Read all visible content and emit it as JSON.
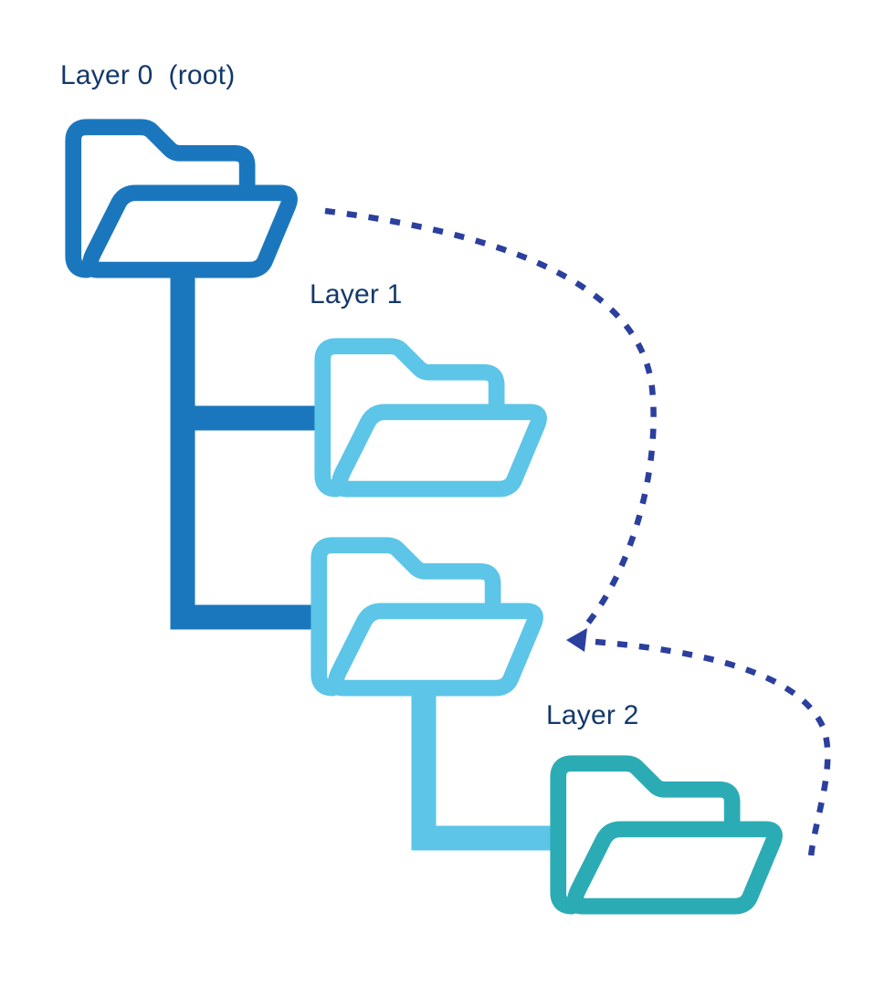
{
  "colors": {
    "background": "#ffffff",
    "layer0-blue": "#1b77bd",
    "layer1-blue": "#5cc5e8",
    "layer2-teal": "#2bacb5",
    "dashed-navy": "#2b3f9e",
    "label-navy": "#13386b"
  },
  "diagram": {
    "labels": {
      "layer0": "Layer 0  (root)",
      "layer1": "Layer 1",
      "layer2": "Layer 2"
    },
    "nodes": [
      {
        "id": "root-folder",
        "layer": 0,
        "icon": "open-folder-icon",
        "color_key": "layer0-blue"
      },
      {
        "id": "layer1-folder-a",
        "layer": 1,
        "icon": "open-folder-icon",
        "color_key": "layer1-blue"
      },
      {
        "id": "layer1-folder-b",
        "layer": 1,
        "icon": "open-folder-icon",
        "color_key": "layer1-blue"
      },
      {
        "id": "layer2-folder",
        "layer": 2,
        "icon": "open-folder-icon",
        "color_key": "layer2-teal"
      }
    ],
    "edges": [
      {
        "from": "root-folder",
        "to": "layer1-folder-a",
        "style": "solid"
      },
      {
        "from": "root-folder",
        "to": "layer1-folder-b",
        "style": "solid"
      },
      {
        "from": "layer1-folder-b",
        "to": "layer2-folder",
        "style": "solid"
      },
      {
        "from": "root-folder",
        "to": "layer1-folder-b",
        "style": "dashed-arrow"
      },
      {
        "from": "layer1-folder-b",
        "to": "layer2-folder",
        "style": "dashed"
      }
    ]
  }
}
